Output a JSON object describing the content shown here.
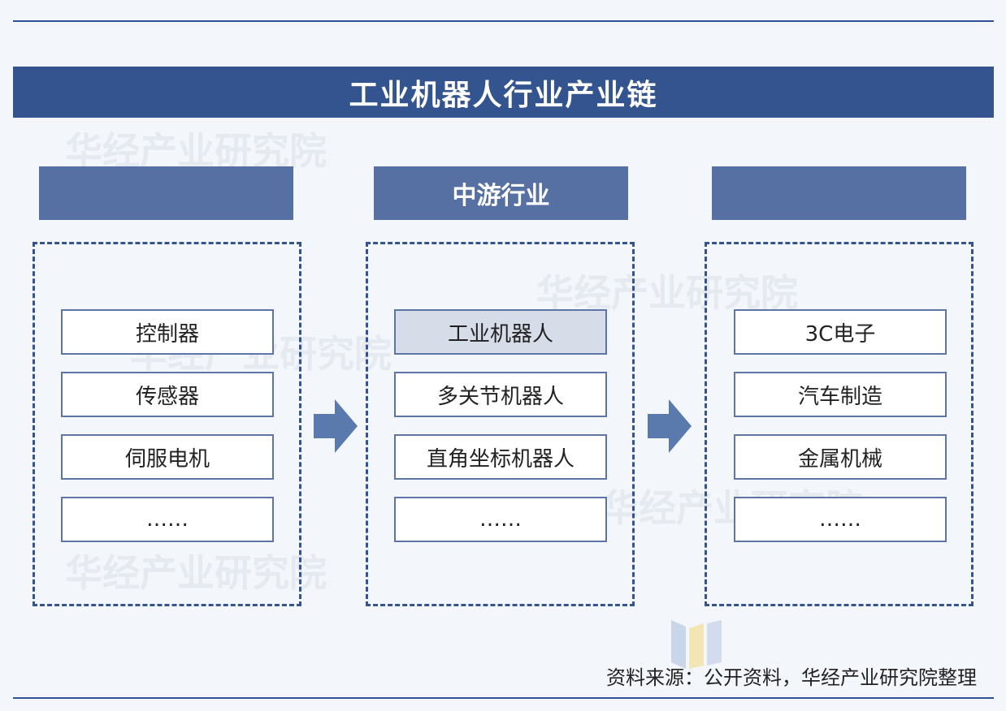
{
  "title": "工业机器人行业产业链",
  "columns": [
    {
      "header": "",
      "items": [
        "控制器",
        "传感器",
        "伺服电机",
        "……"
      ]
    },
    {
      "header": "中游行业",
      "items": [
        "工业机器人",
        "多关节机器人",
        "直角坐标机器人",
        "……"
      ]
    },
    {
      "header": "",
      "items": [
        "3C电子",
        "汽车制造",
        "金属机械",
        "……"
      ]
    }
  ],
  "source": "资料来源：公开资料，华经产业研究院整理",
  "watermark": "华经产业研究院",
  "colors": {
    "title_bg": "#34548f",
    "header_bg": "#5670a3",
    "border": "#34548f",
    "highlight_bg": "#d6dce8",
    "arrow": "#5a79ad"
  }
}
